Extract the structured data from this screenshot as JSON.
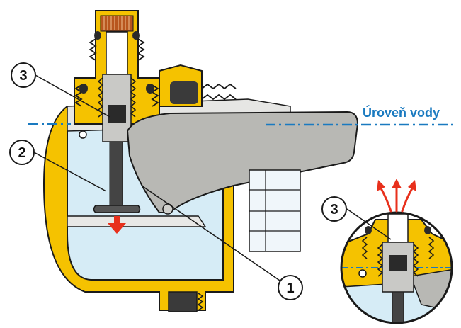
{
  "water_level_label": "Úroveň vody",
  "callouts": [
    {
      "id": "1",
      "label": "1"
    },
    {
      "id": "2",
      "label": "2"
    },
    {
      "id": "3",
      "label": "3"
    },
    {
      "id": "3b",
      "label": "3"
    }
  ],
  "colors": {
    "housing_yellow": "#F5C200",
    "outline": "#1a1a1a",
    "water_blue": "#d6ecf6",
    "float_gray": "#b8b8b4",
    "seal_dark": "#3a3a3a",
    "arrow_red": "#e8301c",
    "water_line_blue": "#1a7ac0",
    "brass_orange": "#b8561e"
  }
}
